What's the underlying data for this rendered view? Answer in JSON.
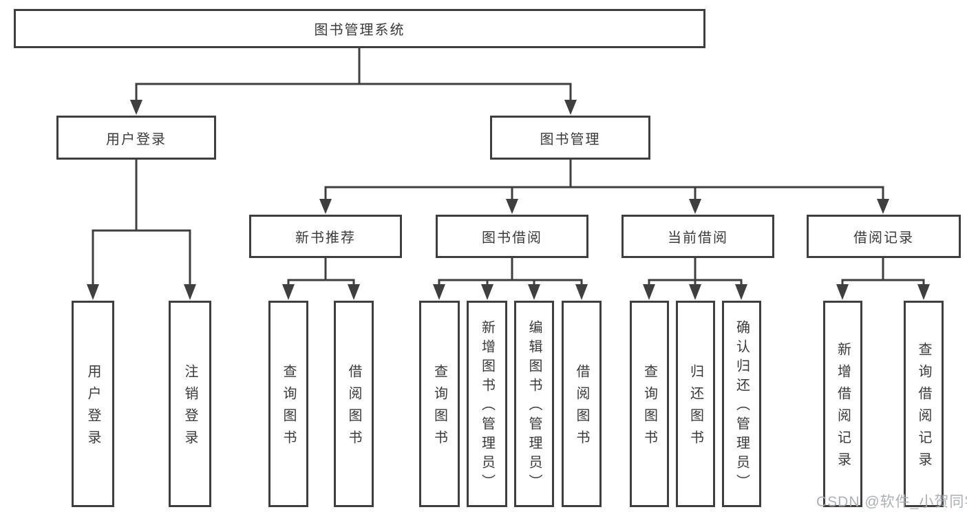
{
  "nodes": {
    "root": {
      "label": "图书管理系统"
    },
    "userLogin": {
      "label": "用户登录"
    },
    "bookMgmt": {
      "label": "图书管理"
    },
    "login": {
      "label": "用户登录"
    },
    "logout": {
      "label": "注销登录"
    },
    "newBooks": {
      "label": "新书推荐"
    },
    "bookBorrow": {
      "label": "图书借阅"
    },
    "currentBorrow": {
      "label": "当前借阅"
    },
    "borrowRecords": {
      "label": "借阅记录"
    },
    "nbQuery": {
      "label": "查询图书"
    },
    "nbBorrow": {
      "label": "借阅图书"
    },
    "bbQuery": {
      "label": "查询图书"
    },
    "bbAdd": {
      "label": "新增图书（管理员）"
    },
    "bbEdit": {
      "label": "编辑图书（管理员）"
    },
    "bbBorrow": {
      "label": "借阅图书"
    },
    "cbQuery": {
      "label": "查询图书"
    },
    "cbReturn": {
      "label": "归还图书"
    },
    "cbConfirm": {
      "label": "确认归还（管理员）"
    },
    "brAdd": {
      "label": "新增借阅记录"
    },
    "brQuery": {
      "label": "查询借阅记录"
    }
  },
  "watermark": {
    "text": "CSDN @软件_小贺同学"
  },
  "colors": {
    "line": "#3f3f3f",
    "text": "#3a3a3a",
    "background": "#ffffff",
    "watermark": "#a8acb2"
  }
}
